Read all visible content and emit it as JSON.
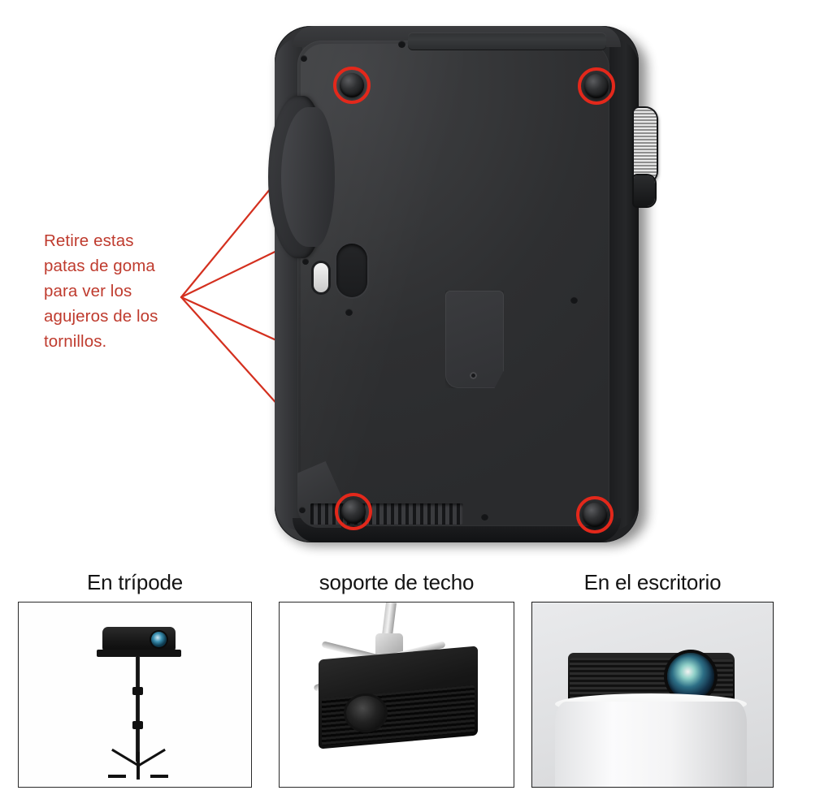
{
  "annotation": {
    "note_text": "Retire estas\npatas de goma\npara ver los\nagujeros de los\ntornillos.",
    "note_color": "#bf3b2e",
    "leader_line_color": "#e3281b",
    "highlight_ring_color": "#e3281b",
    "highlight_count": 4,
    "highlight_labels": [
      "rubber-foot-top-left",
      "rubber-foot-top-right",
      "rubber-foot-bottom-left",
      "rubber-foot-bottom-right"
    ]
  },
  "main_image": {
    "subject": "projector-bottom-view",
    "body_color": "#2f3032",
    "parts": [
      "lens-barrel-bulge",
      "focus-wheel",
      "top-recess-strip",
      "adjustable-foot-release",
      "oval-recess",
      "lamp-cover-panel",
      "ventilation-slots",
      "rubber-feet"
    ]
  },
  "mounting_options": [
    {
      "caption": "En trípode",
      "scene": "projector-on-tripod",
      "background": "#fefefe"
    },
    {
      "caption": "soporte de techo",
      "scene": "projector-on-ceiling-mount",
      "background": "#ffffff"
    },
    {
      "caption": "En el escritorio",
      "scene": "projector-on-desk-pedestal",
      "background": "#e5e6e8"
    }
  ]
}
